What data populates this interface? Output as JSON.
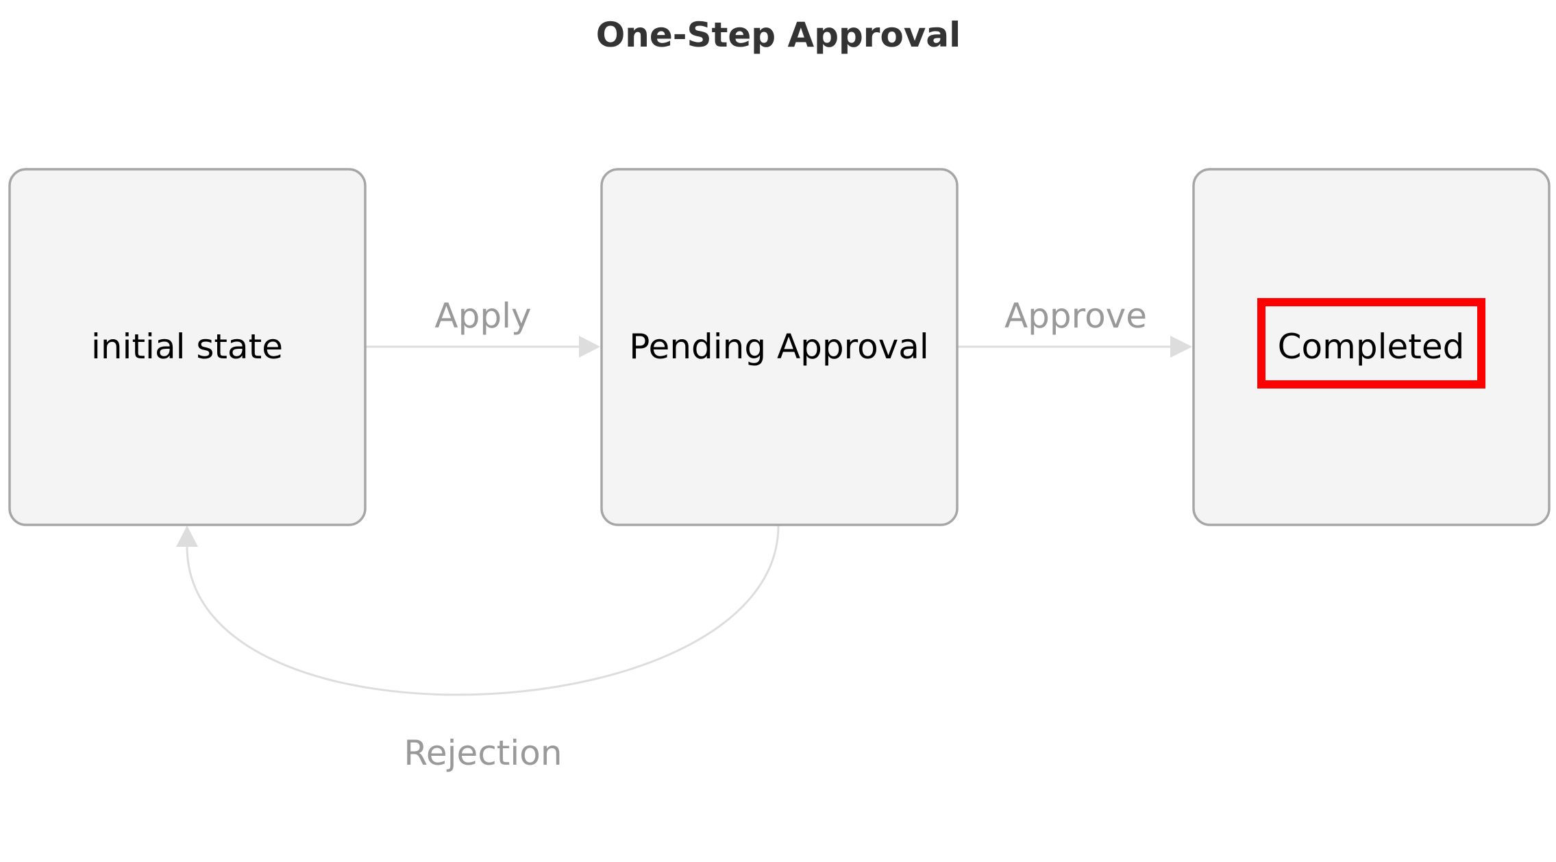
{
  "title": "One-Step Approval",
  "nodes": [
    {
      "id": "initial",
      "label": "initial state"
    },
    {
      "id": "pending",
      "label": "Pending Approval"
    },
    {
      "id": "completed",
      "label": "Completed",
      "highlighted": true
    }
  ],
  "edges": [
    {
      "from": "initial",
      "to": "pending",
      "label": "Apply"
    },
    {
      "from": "pending",
      "to": "completed",
      "label": "Approve"
    },
    {
      "from": "pending",
      "to": "initial",
      "label": "Rejection"
    }
  ],
  "colors": {
    "node_fill": "#f4f4f4",
    "node_border": "#a6a6a6",
    "edge": "#dddddd",
    "edge_label": "#999999",
    "highlight": "#ff0000"
  }
}
